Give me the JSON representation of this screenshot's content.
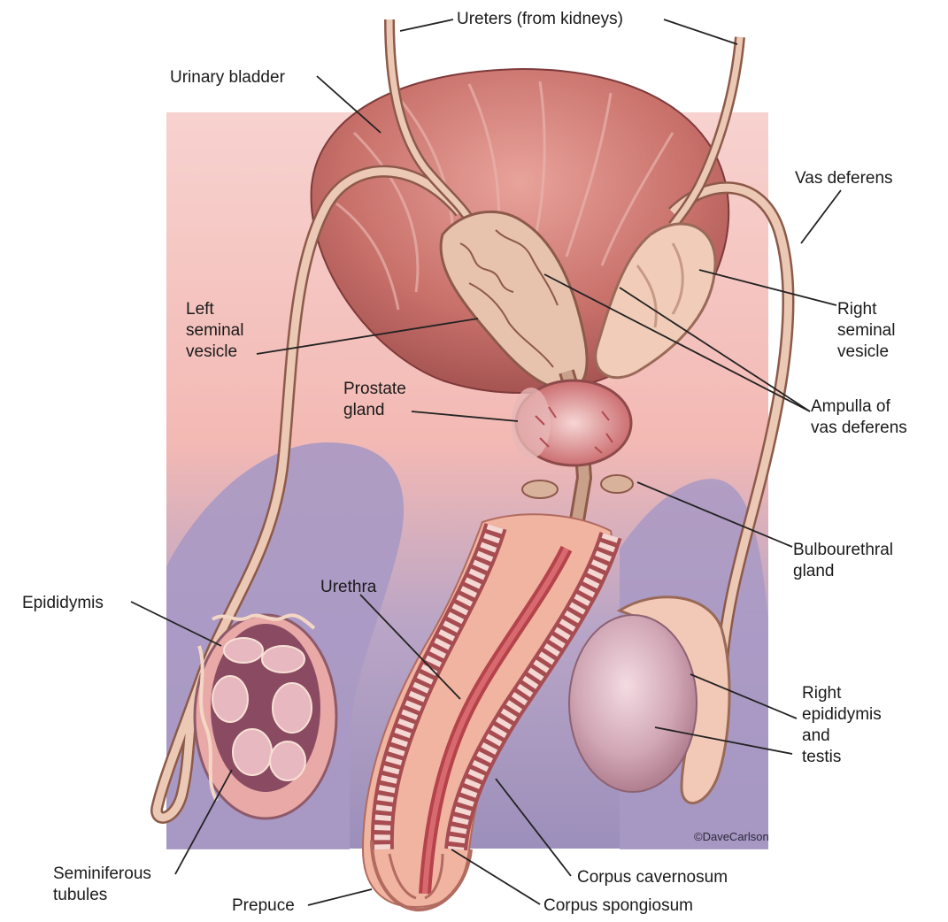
{
  "colors": {
    "background_top": "#f6c8c4",
    "background_bottom": "#a79ac0",
    "bladder": "#c8706a",
    "tissue": "#f1b7a3",
    "duct": "#e8c2ad",
    "duct_outline": "#8d5a4a",
    "testis": "#c99aa8",
    "scrotal_tissue": "#8a4a62",
    "leader_line": "#222222"
  },
  "labels": {
    "ureters": "Ureters (from kidneys)",
    "urinary_bladder": "Urinary bladder",
    "vas_deferens": "Vas deferens",
    "left_seminal_vesicle": "Left\nseminal\nvesicle",
    "right_seminal_vesicle": "Right\nseminal\nvesicle",
    "prostate_gland": "Prostate\ngland",
    "ampulla": "Ampulla of\nvas deferens",
    "bulbourethral_gland": "Bulbourethral\ngland",
    "urethra": "Urethra",
    "epididymis": "Epididymis",
    "right_epididymis_testis": "Right\nepididymis\nand\ntestis",
    "seminiferous_tubules": "Seminiferous\ntubules",
    "prepuce": "Prepuce",
    "corpus_cavernosum": "Corpus cavernosum",
    "corpus_spongiosum": "Corpus spongiosum",
    "credit": "©DaveCarlson"
  }
}
